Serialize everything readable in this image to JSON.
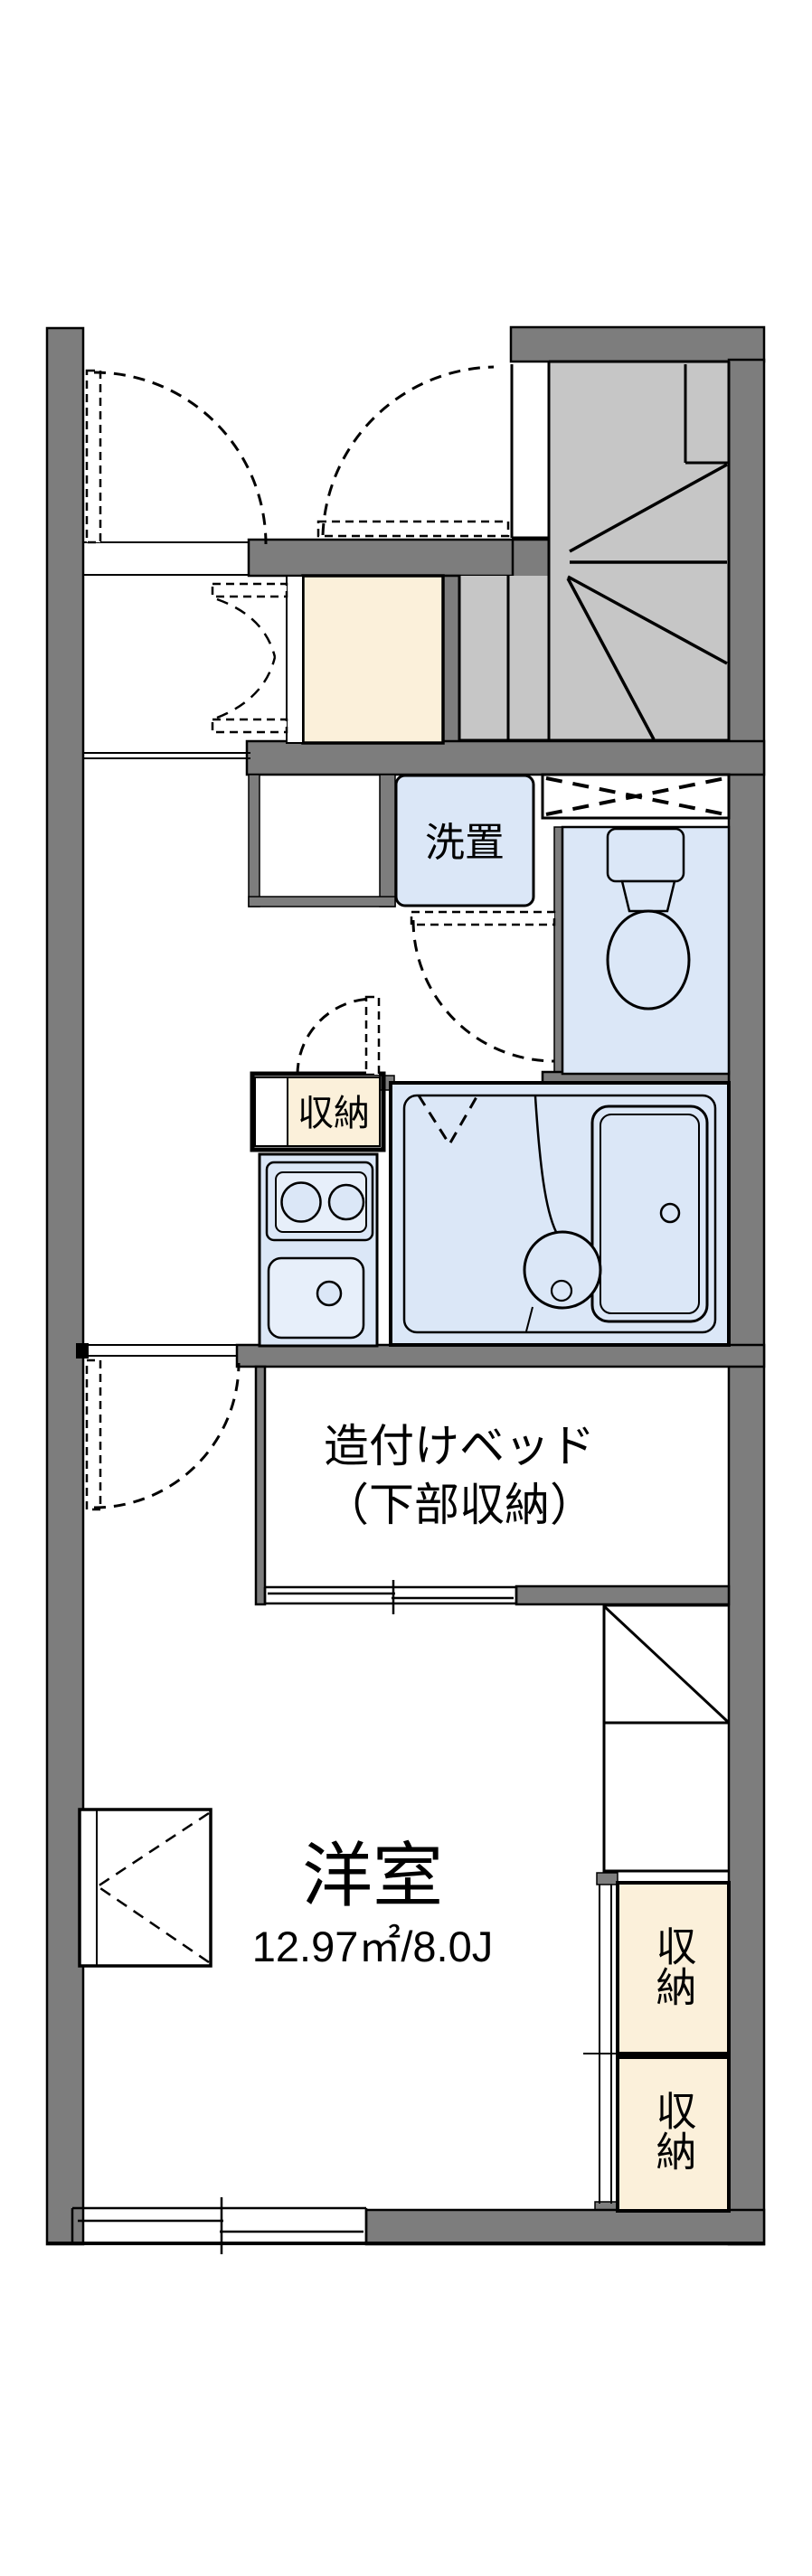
{
  "plan": {
    "type": "apartment-floor-plan",
    "colors": {
      "wall_gray": "#7d7d7d",
      "stair_gray": "#c6c6c6",
      "water_blue": "#dbe7f7",
      "floor_cream": "#fbf0da",
      "line_black": "#000000",
      "background": "#ffffff"
    },
    "labels": {
      "washer": "洗置",
      "kitchen_storage": "収納",
      "bed_line1": "造付けベッド",
      "bed_line2": "（下部収納）",
      "room_name": "洋室",
      "room_area": "12.97㎡/8.0J",
      "closet_upper": "収納",
      "closet_lower": "収納"
    }
  }
}
